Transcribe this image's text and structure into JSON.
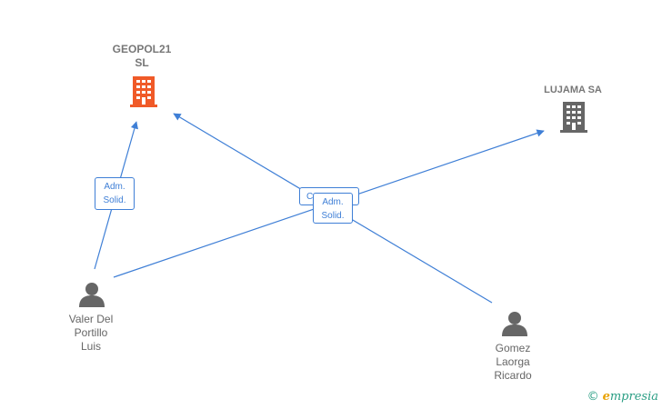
{
  "nodes": {
    "geopol": {
      "name_line1": "GEOPOL21",
      "name_line2": "SL",
      "type": "company",
      "icon": "building-icon",
      "color": "#f05a28"
    },
    "lujama": {
      "name": "LUJAMA SA",
      "type": "company",
      "icon": "building-icon",
      "color": "#666666"
    },
    "valer": {
      "line1": "Valer Del",
      "line2": "Portillo",
      "line3": "Luis",
      "type": "person",
      "icon": "person-icon"
    },
    "gomez": {
      "line1": "Gomez",
      "line2": "Laorga",
      "line3": "Ricardo",
      "type": "person",
      "icon": "person-icon"
    }
  },
  "edges": [
    {
      "from": "valer",
      "to": "geopol",
      "label_line1": "Adm.",
      "label_line2": "Solid."
    },
    {
      "from": "gomez",
      "to": "geopol",
      "label_line1": "Adm.",
      "label_line2": "Solid."
    },
    {
      "from": "valer",
      "to": "lujama",
      "label_line1": "C"
    }
  ],
  "colors": {
    "edge": "#3f7fd6",
    "icon_gray": "#666666",
    "icon_orange": "#f05a28"
  },
  "watermark": {
    "copyright": "©",
    "brand_initial": "e",
    "brand_rest": "mpresia"
  }
}
